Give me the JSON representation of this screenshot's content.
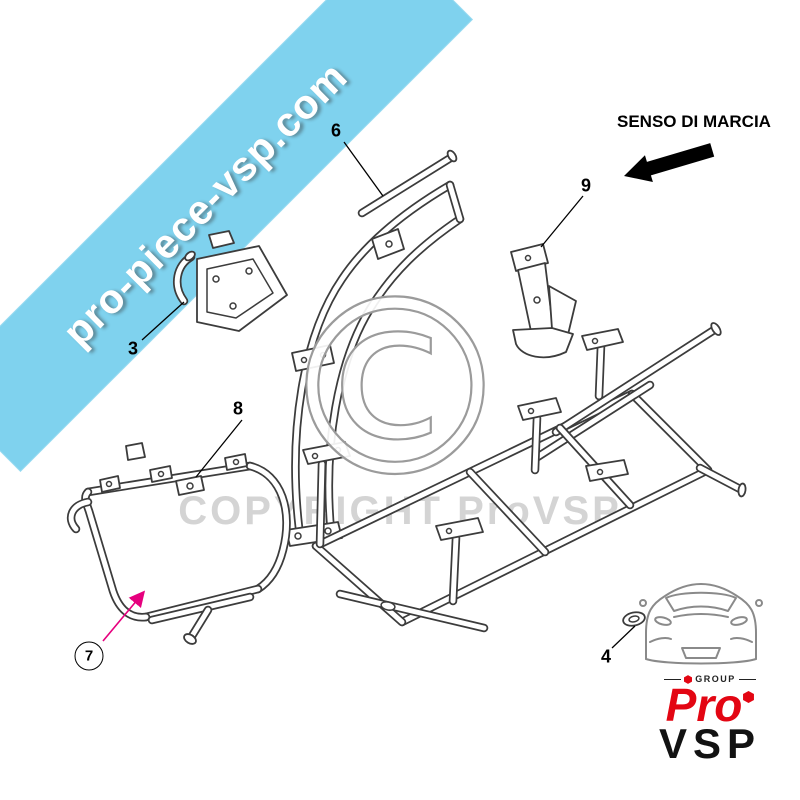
{
  "banner": {
    "text": "pro-piece-vsp.com",
    "color": "#7fd2ee"
  },
  "direction": {
    "label": "SENSO DI MARCIA"
  },
  "watermark": {
    "symbol": "©",
    "text": "COPYRIGHT ProVSP"
  },
  "part_labels": {
    "p3": "3",
    "p4": "4",
    "p6": "6",
    "p7": "7",
    "p8": "8",
    "p9": "9"
  },
  "highlight": {
    "part": "7",
    "color": "#e6007e"
  },
  "logo": {
    "group": "GROUP",
    "pro": "Pro",
    "vsp": "VSP",
    "red": "#e30613"
  }
}
